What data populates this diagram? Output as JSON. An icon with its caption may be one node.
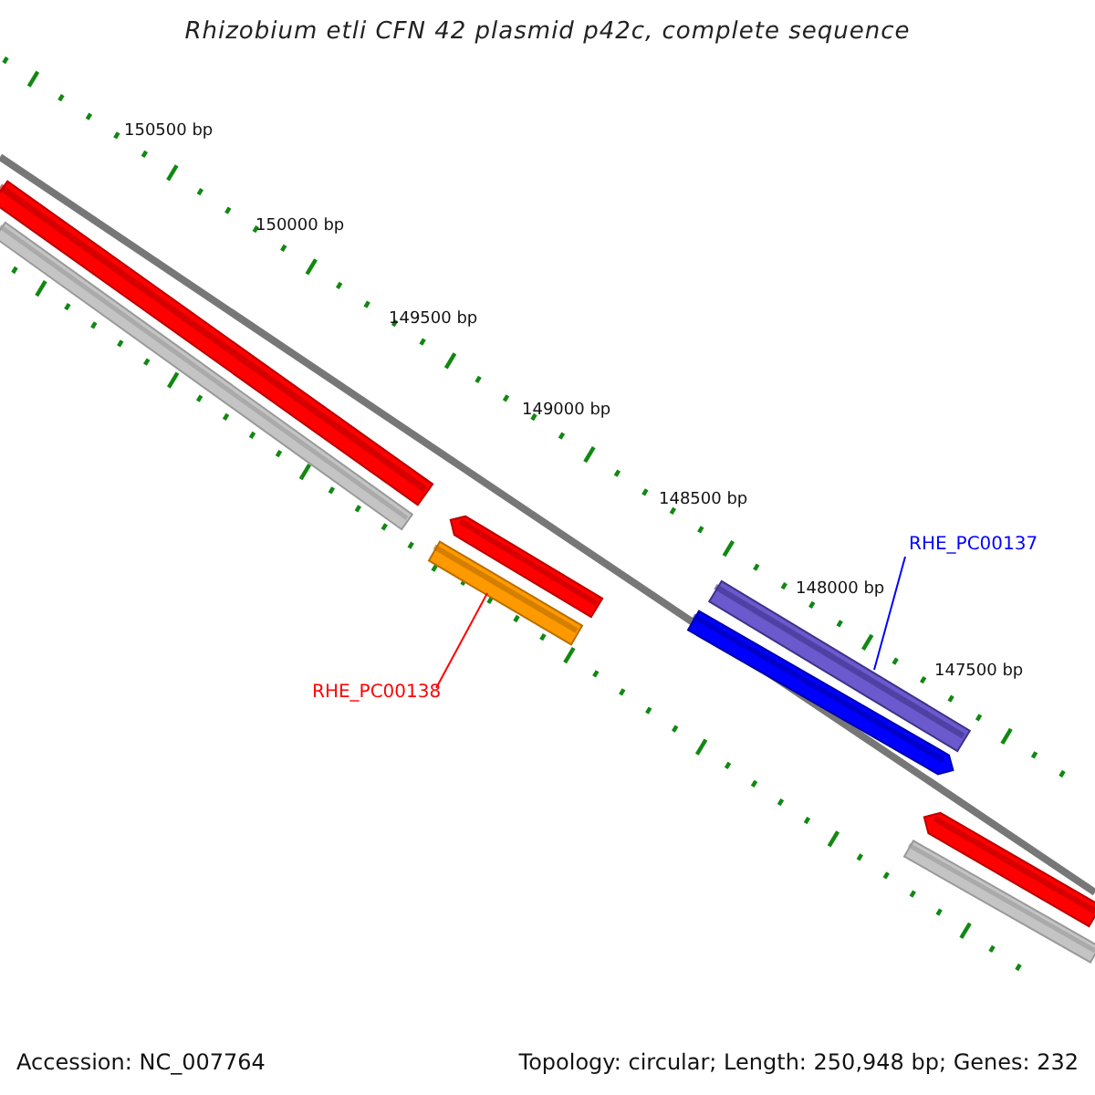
{
  "diagram": {
    "title": "Rhizobium etli CFN 42 plasmid p42c, complete sequence",
    "nodes": [
      {
        "text": [
          "RHE_PC00138"
        ]
      },
      {
        "text": [],
        "shape": "bar"
      },
      {
        "text": [
          "RHE_PC00137"
        ]
      },
      {
        "text": [],
        "shape": "bar"
      }
    ],
    "edges": [
      {
        "from": 0,
        "to": 1,
        "arrow": "none",
        "color": "#ff0000"
      },
      {
        "from": 2,
        "to": 3,
        "arrow": "none",
        "color": "#0000ff"
      }
    ],
    "labels": [
      "150500 bp",
      "150000 bp",
      "149500 bp",
      "149000 bp",
      "148500 bp",
      "148000 bp",
      "147500 bp",
      "Accession: NC_007764",
      "Topology: circular; Length: 250,948 bp; Genes: 232"
    ]
  }
}
